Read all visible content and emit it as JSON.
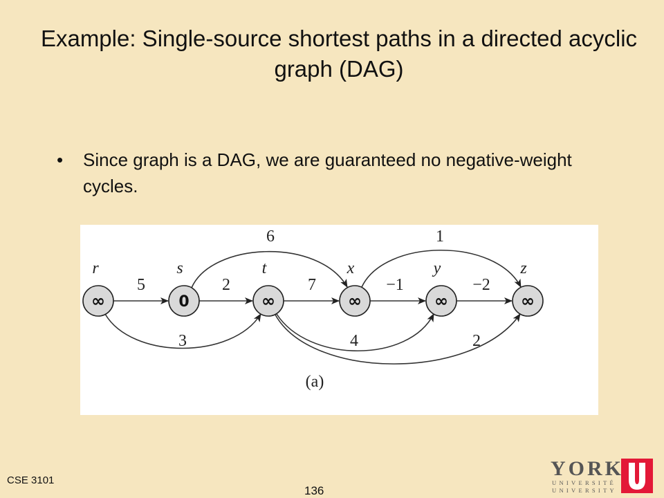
{
  "title": "Example:  Single-source  shortest paths in a directed acyclic graph (DAG)",
  "bullets": [
    {
      "marker": "•",
      "text": "Since graph is a DAG, we are guaranteed no negative-weight cycles."
    }
  ],
  "diagram": {
    "caption": "(a)",
    "nodes": [
      {
        "id": "r",
        "label": "r",
        "value": "∞"
      },
      {
        "id": "s",
        "label": "s",
        "value": "0"
      },
      {
        "id": "t",
        "label": "t",
        "value": "∞"
      },
      {
        "id": "x",
        "label": "x",
        "value": "∞"
      },
      {
        "id": "y",
        "label": "y",
        "value": "∞"
      },
      {
        "id": "z",
        "label": "z",
        "value": "∞"
      }
    ],
    "edges": [
      {
        "from": "r",
        "to": "s",
        "weight": "5"
      },
      {
        "from": "s",
        "to": "t",
        "weight": "2"
      },
      {
        "from": "t",
        "to": "x",
        "weight": "7"
      },
      {
        "from": "x",
        "to": "y",
        "weight": "−1"
      },
      {
        "from": "y",
        "to": "z",
        "weight": "−2"
      },
      {
        "from": "s",
        "to": "x",
        "weight": "6"
      },
      {
        "from": "x",
        "to": "z",
        "weight": "1"
      },
      {
        "from": "r",
        "to": "t",
        "weight": "3"
      },
      {
        "from": "t",
        "to": "y",
        "weight": "4"
      },
      {
        "from": "t",
        "to": "z",
        "weight": "2"
      }
    ]
  },
  "footer": {
    "course": "CSE 3101",
    "page": "136"
  },
  "logo": {
    "name": "YORK",
    "line1": "UNIVERSITÉ",
    "line2": "UNIVERSITY"
  },
  "colors": {
    "background": "#f6e6bf",
    "node_fill": "#d9d9d9",
    "logo_red": "#e31837"
  }
}
